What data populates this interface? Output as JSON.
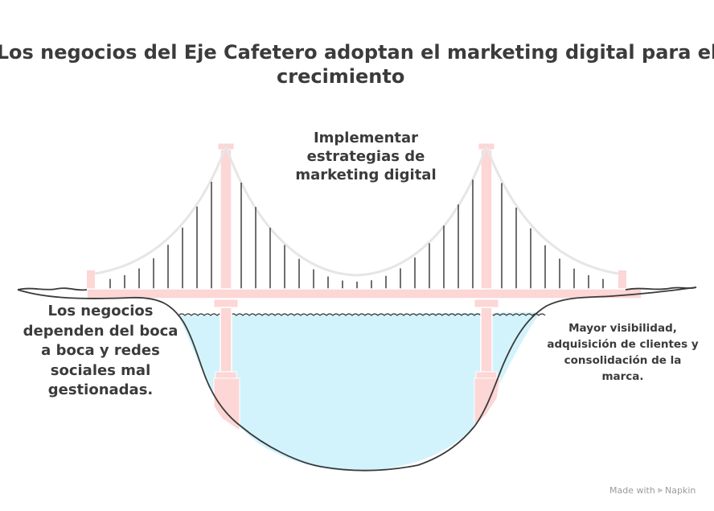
{
  "title": {
    "line1": "Los negocios del Eje Cafetero adoptan el marketing digital para el",
    "line2": "crecimiento"
  },
  "labels": {
    "center": [
      "Implementar",
      "estrategias de",
      "marketing digital"
    ],
    "left": [
      "Los negocios",
      "dependen del boca",
      "a boca y redes",
      "sociales mal",
      "gestionadas."
    ],
    "right": [
      "Mayor visibilidad,",
      "adquisición de clientes y",
      "consolidación de la",
      "marca."
    ]
  },
  "footer": {
    "made_with": "Made with",
    "brand": "Napkin"
  },
  "colors": {
    "text": "#3b3b3b",
    "tower_fill": "#fdd6d6",
    "water_fill": "#d3f3fc",
    "cable": "#e6e6e6",
    "suspender": "#333333",
    "ground_line": "#3a3a3a"
  }
}
